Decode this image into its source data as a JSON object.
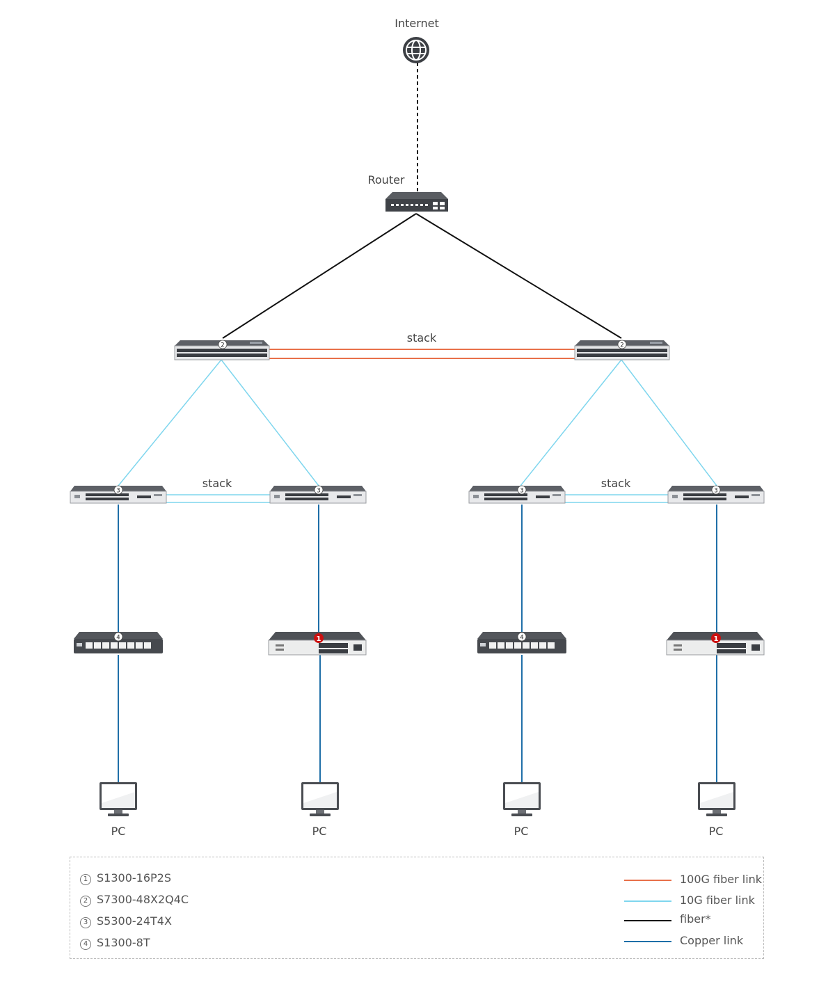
{
  "labels": {
    "internet": "Internet",
    "router": "Router",
    "stack_core": "stack",
    "stack_left": "stack",
    "stack_right": "stack",
    "pc": "PC"
  },
  "badges": {
    "s1300_16p2s": "1",
    "s7300": "2",
    "s5300": "3",
    "s1300_8t": "4"
  },
  "legend": {
    "devices": [
      {
        "num": "1",
        "model": "S1300-16P2S"
      },
      {
        "num": "2",
        "model": "S7300-48X2Q4C"
      },
      {
        "num": "3",
        "model": "S5300-24T4X"
      },
      {
        "num": "4",
        "model": "S1300-8T"
      }
    ],
    "links": [
      {
        "label": "100G fiber link",
        "color": "#e8704a"
      },
      {
        "label": "10G fiber link",
        "color": "#7fd6ee"
      },
      {
        "label": "fiber*",
        "color": "#111111"
      },
      {
        "label": "Copper link",
        "color": "#1f6fa8"
      }
    ]
  },
  "colors": {
    "link_100g": "#e8704a",
    "link_10g": "#7fd6ee",
    "fiber": "#111111",
    "copper": "#1f6fa8",
    "device_dark": "#4a4d52",
    "badge_red": "#cc1111"
  },
  "icons": {
    "internet": "globe-icon",
    "router": "router-icon",
    "switch": "switch-icon",
    "pc": "monitor-icon"
  }
}
